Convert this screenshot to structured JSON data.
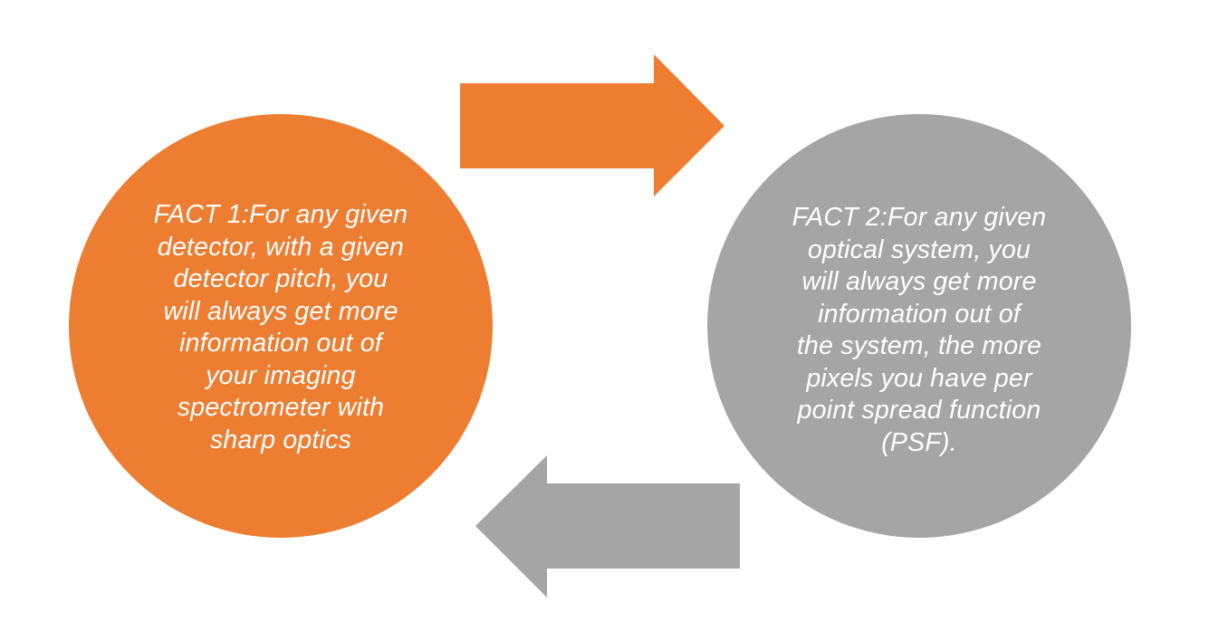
{
  "colors": {
    "orange": "#ED7D31",
    "gray": "#A5A5A5",
    "text": "#FFFFFF",
    "background": "#FFFFFF"
  },
  "facts": [
    {
      "id": "fact-1",
      "color": "orange",
      "text": "FACT 1:For any given\ndetector, with a given\ndetector pitch, you\nwill always get more\ninformation out of\nyour imaging\nspectrometer with\nsharp optics"
    },
    {
      "id": "fact-2",
      "color": "gray",
      "text": "FACT 2:For any given\noptical system, you\nwill always get more\ninformation out of\nthe system, the more\npixels you have per\npoint spread function\n(PSF)."
    }
  ],
  "arrows": [
    {
      "name": "arrow-right-icon",
      "direction": "right",
      "from": "fact-1",
      "to": "fact-2",
      "color": "orange"
    },
    {
      "name": "arrow-left-icon",
      "direction": "left",
      "from": "fact-2",
      "to": "fact-1",
      "color": "gray"
    }
  ]
}
